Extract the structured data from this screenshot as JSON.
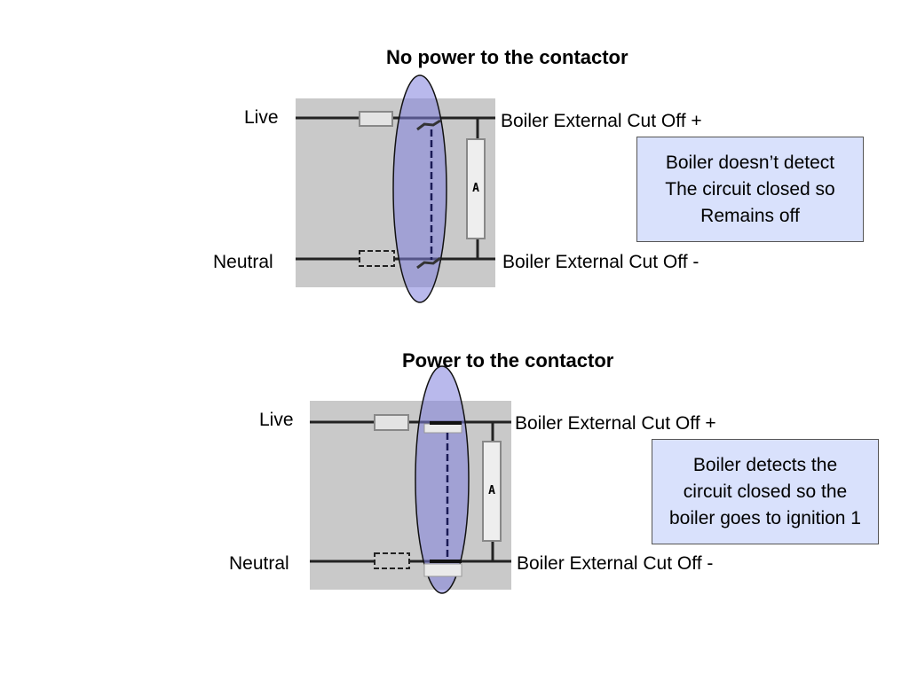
{
  "top": {
    "title": "No power to the contactor",
    "live_label": "Live",
    "neutral_label": "Neutral",
    "cutoff_plus": "Boiler External Cut Off +",
    "cutoff_minus": "Boiler External Cut Off -",
    "relay_letter": "A",
    "callout": [
      "Boiler doesn’t detect",
      "The circuit closed so",
      "Remains off"
    ]
  },
  "bottom": {
    "title": "Power to the contactor",
    "live_label": "Live",
    "neutral_label": "Neutral",
    "cutoff_plus": "Boiler External Cut Off +",
    "cutoff_minus": "Boiler External Cut Off -",
    "relay_letter": "A",
    "callout": [
      "Boiler detects the",
      "circuit closed so the",
      "boiler goes to ignition 1"
    ]
  },
  "colors": {
    "board": "#c9c9c9",
    "ellipse_fill": "#7f7fdc",
    "callout_fill": "#d9e1fc",
    "wire": "#222222"
  }
}
